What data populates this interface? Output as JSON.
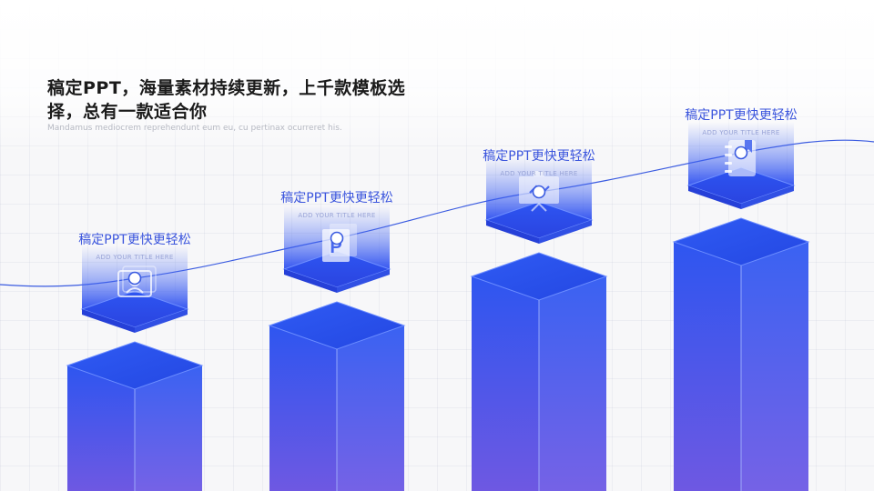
{
  "header": {
    "title": "稿定PPT，海量素材持续更新，上千款模板选择，总有一款适合你",
    "subtitle": "Mandamus mediocrem reprehendunt eum eu, cu pertinax ocurreret his."
  },
  "steps": [
    {
      "title": "稿定PPT更快更轻松",
      "subtitle": "ADD YOUR TITLE HERE",
      "icon": "contact-card-icon"
    },
    {
      "title": "稿定PPT更快更轻松",
      "subtitle": "ADD YOUR TITLE HERE",
      "icon": "powerpoint-file-icon"
    },
    {
      "title": "稿定PPT更快更轻松",
      "subtitle": "ADD YOUR TITLE HERE",
      "icon": "presentation-board-icon"
    },
    {
      "title": "稿定PPT更快更轻松",
      "subtitle": "ADD YOUR TITLE HERE",
      "icon": "notebook-icon"
    }
  ],
  "colors": {
    "accent": "#3b55dd",
    "bar_top": "#2e56f0",
    "bar_bottom": "#6e58e2",
    "line": "#3a5be0"
  }
}
